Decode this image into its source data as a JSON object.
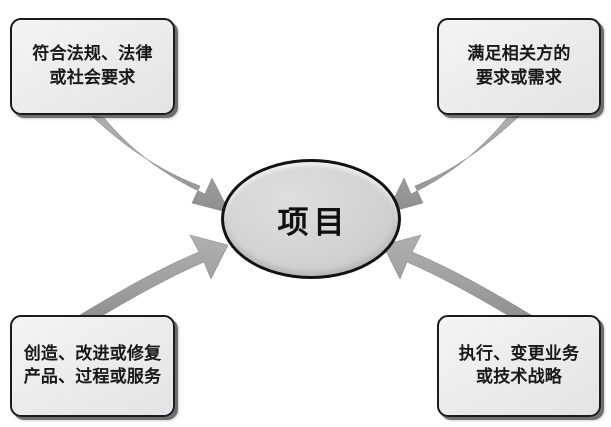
{
  "diagram": {
    "title_center": "项目",
    "center_node": {
      "label": "项目",
      "shape": "ellipse",
      "fill_color": "#d3d3d5",
      "border_color": "#121214"
    },
    "boxes": [
      {
        "id": "top-left",
        "label": "符合法规、法律\n或社会要求",
        "line1": "符合法规、法律",
        "line2": "或社会要求",
        "position": "top-left",
        "fill_color": "#ececed",
        "border_color": "#1b1b1d"
      },
      {
        "id": "top-right",
        "label": "满足相关方的\n要求或需求",
        "line1": "满足相关方的",
        "line2": "要求或需求",
        "position": "top-right",
        "fill_color": "#ececed",
        "border_color": "#1b1b1d"
      },
      {
        "id": "bottom-left",
        "label": "创造、改进或修复\n产品、过程或服务",
        "line1": "创造、改进或修复",
        "line2": "产品、过程或服务",
        "position": "bottom-left",
        "fill_color": "#ececed",
        "border_color": "#1b1b1d"
      },
      {
        "id": "bottom-right",
        "label": "执行、变更业务\n或技术战略",
        "line1": "执行、变更业务",
        "line2": "或技术战略",
        "position": "bottom-right",
        "fill_color": "#ececed",
        "border_color": "#1b1b1d"
      }
    ],
    "arrows": [
      {
        "id": "arrow-top-left-to-center",
        "from": "top-left",
        "to": "center",
        "color": "#a0a0a2",
        "direction": "inward"
      },
      {
        "id": "arrow-top-right-to-center",
        "from": "top-right",
        "to": "center",
        "color": "#a0a0a2",
        "direction": "inward"
      },
      {
        "id": "arrow-bottom-left-to-center",
        "from": "bottom-left",
        "to": "center",
        "color": "#a0a0a2",
        "direction": "inward"
      },
      {
        "id": "arrow-bottom-right-to-center",
        "from": "bottom-right",
        "to": "center",
        "color": "#a0a0a2",
        "direction": "inward"
      }
    ]
  }
}
